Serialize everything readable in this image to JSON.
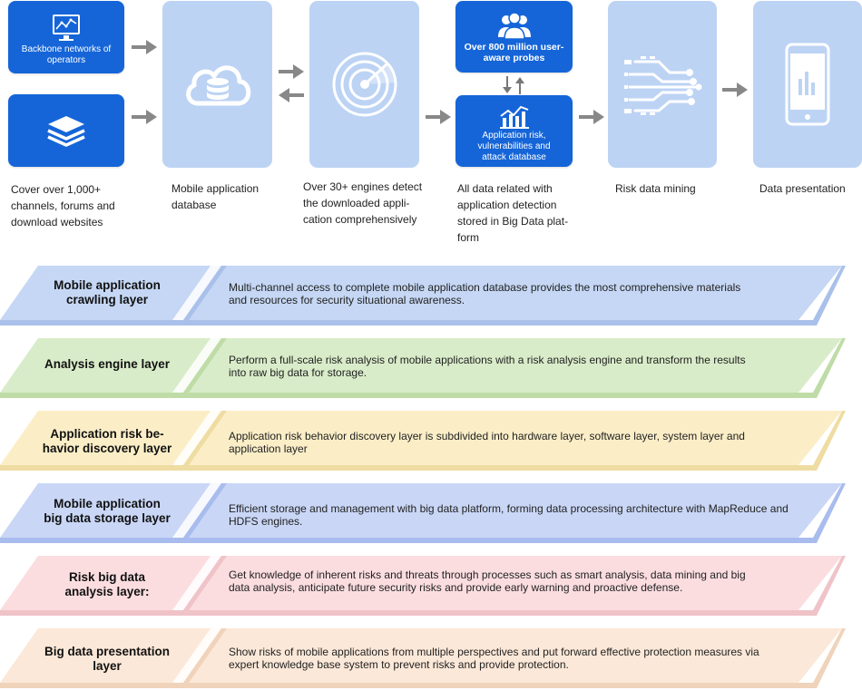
{
  "pipeline": {
    "source_boxes": {
      "backbone": "Backbone networks of operators"
    },
    "captions": {
      "col1": "Cover over 1,000+\nchannels, forums and\ndownload websites",
      "col2": "Mobile application\ndatabase",
      "col3": "Over 30+ engines detect\nthe downloaded appli-\ncation comprehensively",
      "col4": "All data related with\napplication detection\nstored in Big Data plat-\nform",
      "col5": "Risk data mining",
      "col6": "Data presentation"
    },
    "probes": "Over 800 million user-aware probes",
    "risk_db": "Application risk, vulnerabilities and attack database",
    "icons": [
      "monitor-icon",
      "layers-icon",
      "cloud-database-icon",
      "radar-icon",
      "users-icon",
      "chart-icon",
      "circuit-icon",
      "phone-chart-icon"
    ]
  },
  "layers": [
    {
      "title": "Mobile application\ncrawling layer",
      "desc": "Multi-channel access to complete mobile application database provides the most comprehensive materials\nand resources for security situational awareness.",
      "color": "#c5d7f4",
      "edge": "#a9c1ea"
    },
    {
      "title": "Analysis engine layer",
      "desc": "Perform a full-scale risk analysis of mobile applications with a risk analysis engine and transform the results\ninto raw big data for storage.",
      "color": "#d9ecc9",
      "edge": "#bfdca7"
    },
    {
      "title": "Application risk be-\nhavior discovery layer",
      "desc": "Application risk behavior discovery layer is subdivided into hardware layer, software layer, system layer and\napplication layer",
      "color": "#fbeec7",
      "edge": "#efdca2"
    },
    {
      "title": "Mobile application\nbig data storage layer",
      "desc": "Efficient storage and management with big data platform, forming data processing architecture with MapReduce and\nHDFS engines.",
      "color": "#c9d6f6",
      "edge": "#a9bcee"
    },
    {
      "title": "Risk big data\nanalysis layer:",
      "desc": "Get knowledge of inherent risks and threats through processes such as smart analysis, data mining and big\ndata analysis, anticipate future security risks and provide early warning and proactive defense.",
      "color": "#fbdde0",
      "edge": "#efc3c8"
    },
    {
      "title": "Big data presentation\nlayer",
      "desc": "Show risks of mobile applications from multiple perspectives and put forward effective protection measures via\nexpert knowledge base system to prevent risks and provide protection.",
      "color": "#fce8d8",
      "edge": "#f0d3bb"
    }
  ]
}
